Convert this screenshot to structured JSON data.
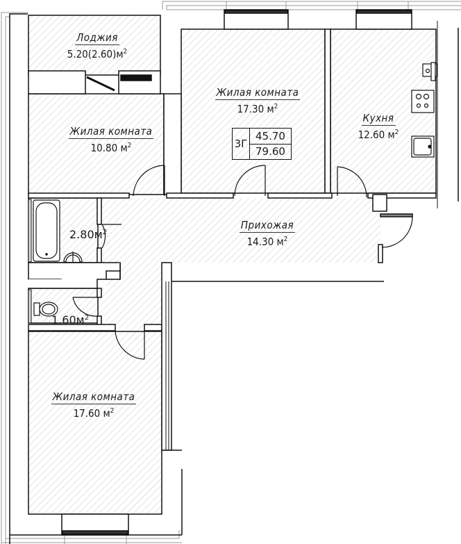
{
  "plan": {
    "rooms": [
      {
        "id": "loggia",
        "name": "Лоджия",
        "area": "5.20(2.60)",
        "unit": "м",
        "power": "2"
      },
      {
        "id": "living-room-1",
        "name": "Жилая комната",
        "area": "10.80",
        "unit": " м",
        "power": "2"
      },
      {
        "id": "living-room-2",
        "name": "Жилая комната",
        "area": "17.30",
        "unit": " м",
        "power": "2"
      },
      {
        "id": "kitchen",
        "name": "Кухня",
        "area": "12.60",
        "unit": " м",
        "power": "2"
      },
      {
        "id": "hallway",
        "name": "Прихожая",
        "area": "14.30",
        "unit": " м",
        "power": "2"
      },
      {
        "id": "living-room-3",
        "name": "Жилая комната",
        "area": "17.60",
        "unit": " м",
        "power": "2"
      }
    ],
    "bathroom": {
      "area": "2.80",
      "unit": "м",
      "power": "2"
    },
    "toilet": {
      "area": "1.60",
      "unit": "м",
      "power": "2"
    },
    "stamp": {
      "code": "3Г",
      "living_area": "45.70",
      "total_area": "79.60"
    }
  },
  "colors": {
    "wall": "#111111",
    "hatch": "#c8c8c8",
    "outline": "#9a9a9a"
  }
}
